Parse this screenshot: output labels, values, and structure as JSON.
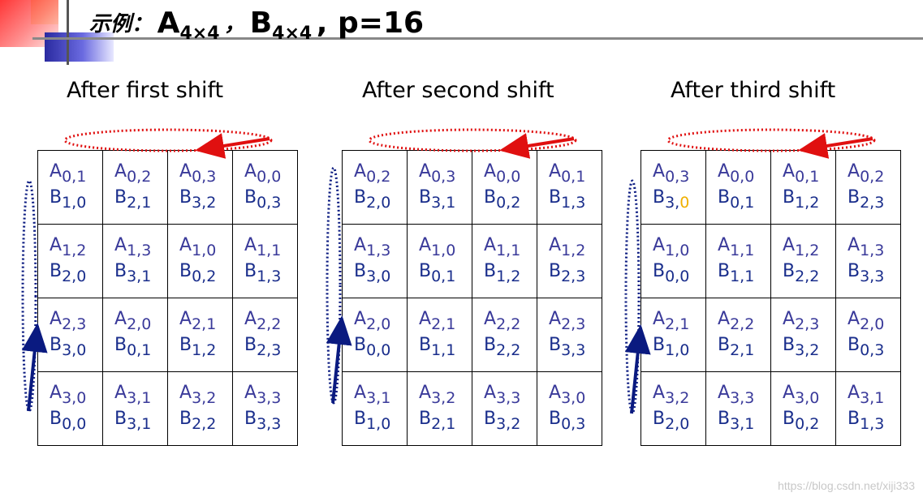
{
  "title": {
    "prefix": "示例：",
    "a_letter": "A",
    "a_sub": "4×4",
    "sep": "，",
    "b_letter": "B",
    "b_sub": "4×4",
    "p_text": ", p=16"
  },
  "panels": [
    {
      "title": "After first shift",
      "cells": [
        [
          [
            "0,1",
            "1,0"
          ],
          [
            "0,2",
            "2,1"
          ],
          [
            "0,3",
            "3,2"
          ],
          [
            "0,0",
            "0,3"
          ]
        ],
        [
          [
            "1,2",
            "2,0"
          ],
          [
            "1,3",
            "3,1"
          ],
          [
            "1,0",
            "0,2"
          ],
          [
            "1,1",
            "1,3"
          ]
        ],
        [
          [
            "2,3",
            "3,0"
          ],
          [
            "2,0",
            "0,1"
          ],
          [
            "2,1",
            "1,2"
          ],
          [
            "2,2",
            "2,3"
          ]
        ],
        [
          [
            "3,0",
            "0,0"
          ],
          [
            "3,1",
            "3,1"
          ],
          [
            "3,2",
            "2,2"
          ],
          [
            "3,3",
            "3,3"
          ]
        ]
      ]
    },
    {
      "title": "After second shift",
      "cells": [
        [
          [
            "0,2",
            "2,0"
          ],
          [
            "0,3",
            "3,1"
          ],
          [
            "0,0",
            "0,2"
          ],
          [
            "0,1",
            "1,3"
          ]
        ],
        [
          [
            "1,3",
            "3,0"
          ],
          [
            "1,0",
            "0,1"
          ],
          [
            "1,1",
            "1,2"
          ],
          [
            "1,2",
            "2,3"
          ]
        ],
        [
          [
            "2,0",
            "0,0"
          ],
          [
            "2,1",
            "1,1"
          ],
          [
            "2,2",
            "2,2"
          ],
          [
            "2,3",
            "3,3"
          ]
        ],
        [
          [
            "3,1",
            "1,0"
          ],
          [
            "3,2",
            "2,1"
          ],
          [
            "3,3",
            "3,2"
          ],
          [
            "3,0",
            "0,3"
          ]
        ]
      ]
    },
    {
      "title": "After third shift",
      "cells": [
        [
          [
            "0,3",
            "3,0"
          ],
          [
            "0,0",
            "0,1"
          ],
          [
            "0,1",
            "1,2"
          ],
          [
            "0,2",
            "2,3"
          ]
        ],
        [
          [
            "1,0",
            "0,0"
          ],
          [
            "1,1",
            "1,1"
          ],
          [
            "1,2",
            "2,2"
          ],
          [
            "1,3",
            "3,3"
          ]
        ],
        [
          [
            "2,1",
            "1,0"
          ],
          [
            "2,2",
            "2,1"
          ],
          [
            "2,3",
            "3,2"
          ],
          [
            "2,0",
            "0,3"
          ]
        ],
        [
          [
            "3,2",
            "2,0"
          ],
          [
            "3,3",
            "3,1"
          ],
          [
            "3,0",
            "0,2"
          ],
          [
            "3,1",
            "1,3"
          ]
        ]
      ]
    }
  ],
  "cell_letters": {
    "a": "A",
    "b": "B"
  },
  "highlight": {
    "panel": 2,
    "row": 0,
    "col": 0,
    "color": "#f0b000"
  },
  "colors": {
    "matrix_text": "#1a3399",
    "row_shift_arrow": "#e01010",
    "col_shift_arrow": "#0a1a80",
    "deco_red": "#ff2020",
    "deco_blue": "#2a2aa0",
    "deco_yellow": "#f5c400"
  },
  "watermark": "https://blog.csdn.net/xiji333"
}
